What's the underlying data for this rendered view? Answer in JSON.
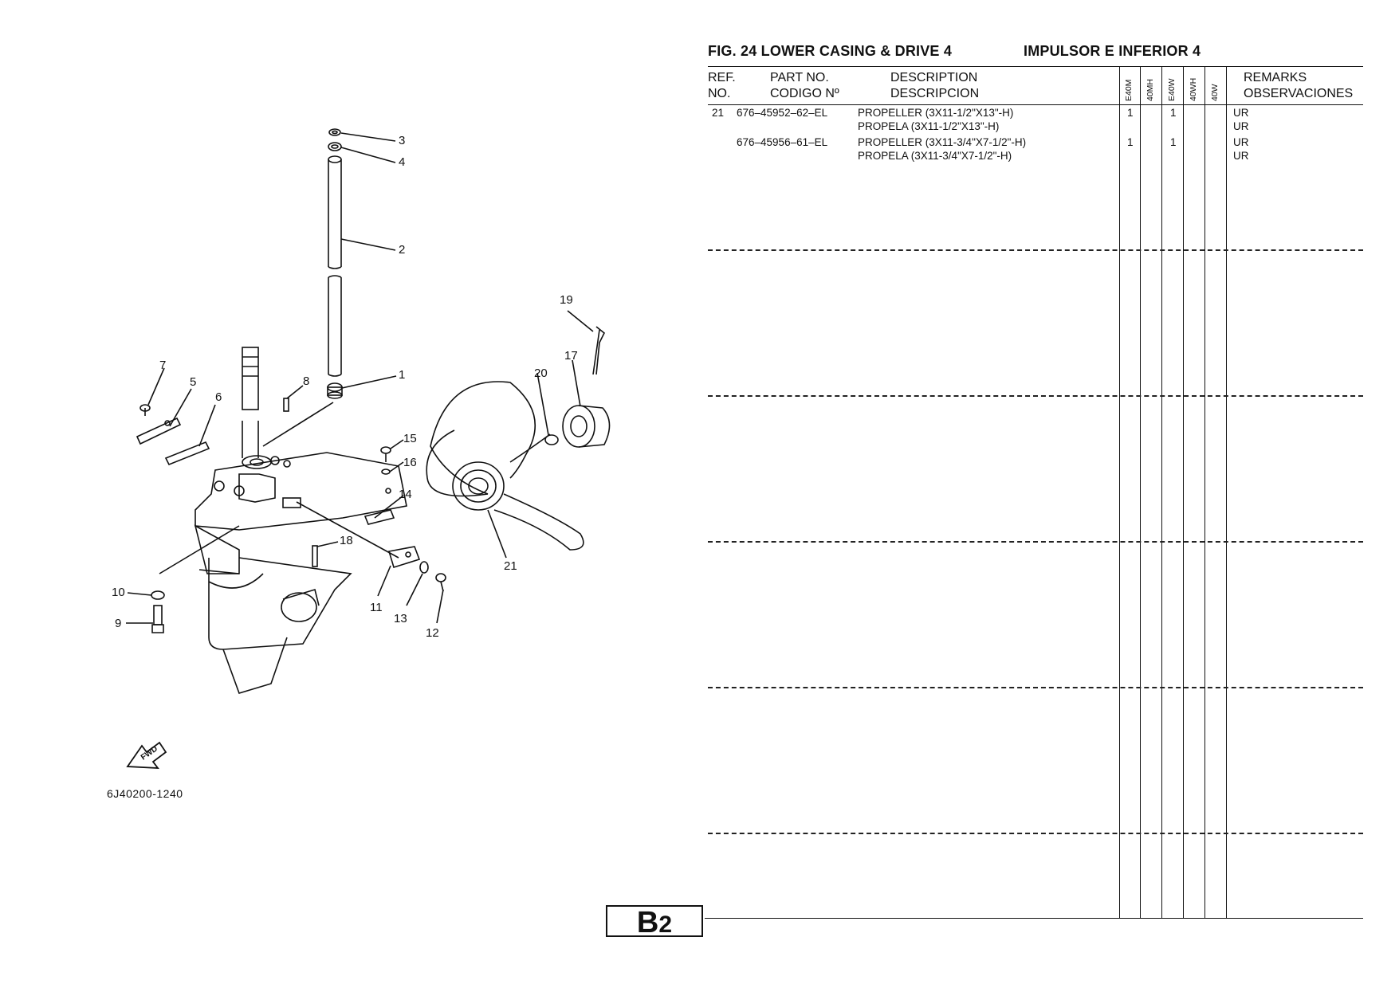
{
  "figure": {
    "title": "FIG.  24   LOWER CASING & DRIVE 4",
    "title_es": "IMPULSOR E INFERIOR 4"
  },
  "table": {
    "headers": {
      "ref": "REF.",
      "no": "NO.",
      "part_no": "PART NO.",
      "codigo": "CODIGO Nº",
      "description": "DESCRIPTION",
      "descripcion": "DESCRIPCION",
      "remarks": "REMARKS",
      "observaciones": "OBSERVACIONES",
      "models": [
        "E40M",
        "40MH",
        "E40W",
        "40WH",
        "40W"
      ]
    },
    "rows": [
      {
        "ref": "21",
        "part_no": "676–45952–62–EL",
        "desc": "PROPELLER (3X11-1/2\"X13\"-H)",
        "desc_es": "PROPELA (3X11-1/2\"X13\"-H)",
        "qty": [
          "1",
          "",
          "1",
          "",
          ""
        ],
        "remarks": "UR",
        "remarks_es": "UR"
      },
      {
        "ref": "",
        "part_no": "676–45956–61–EL",
        "desc": "PROPELLER (3X11-3/4\"X7-1/2\"-H)",
        "desc_es": "PROPELA (3X11-3/4\"X7-1/2\"-H)",
        "qty": [
          "1",
          "",
          "1",
          "",
          ""
        ],
        "remarks": "UR",
        "remarks_es": "UR"
      }
    ]
  },
  "diagram": {
    "callouts": [
      "1",
      "2",
      "3",
      "4",
      "5",
      "6",
      "7",
      "8",
      "9",
      "10",
      "11",
      "12",
      "13",
      "14",
      "15",
      "16",
      "17",
      "18",
      "19",
      "20",
      "21"
    ],
    "fwd_label": "FWD",
    "drawing_code": "6J40200-1240"
  },
  "page_tag": {
    "letter": "B",
    "number": "2"
  }
}
